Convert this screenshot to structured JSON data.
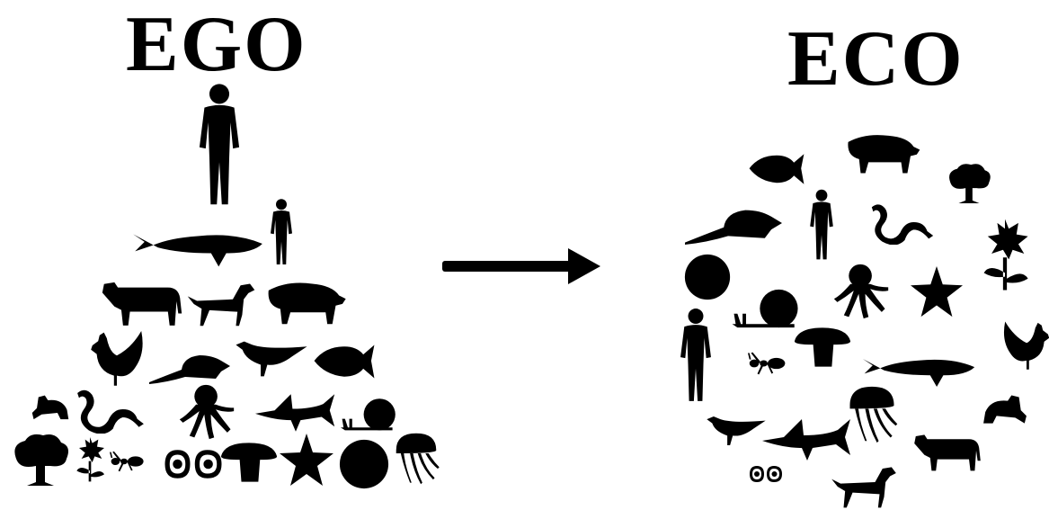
{
  "titles": {
    "left": "EGO",
    "right": "ECO"
  },
  "colors": {
    "ink": "#000000",
    "background": "#ffffff"
  },
  "ego_pyramid": {
    "rows": [
      [
        "human"
      ],
      [
        "whale",
        "human"
      ],
      [
        "cow",
        "dog",
        "pig"
      ],
      [
        "chicken",
        "rat",
        "bird",
        "fish"
      ],
      [
        "frog",
        "snake",
        "octopus",
        "shark",
        "snail"
      ],
      [
        "tree",
        "flower",
        "ant",
        "eggs",
        "mushroom",
        "starfish",
        "rock",
        "jellyfish"
      ]
    ]
  },
  "eco_circle": {
    "items": [
      "fish",
      "pig",
      "tree",
      "rat",
      "human",
      "snake",
      "flower",
      "rock",
      "octopus",
      "starfish",
      "snail",
      "human",
      "mushroom",
      "ant",
      "whale",
      "chicken",
      "jellyfish",
      "frog",
      "bird",
      "shark",
      "cow",
      "eggs",
      "dog"
    ]
  },
  "arrow": {
    "direction": "right"
  }
}
